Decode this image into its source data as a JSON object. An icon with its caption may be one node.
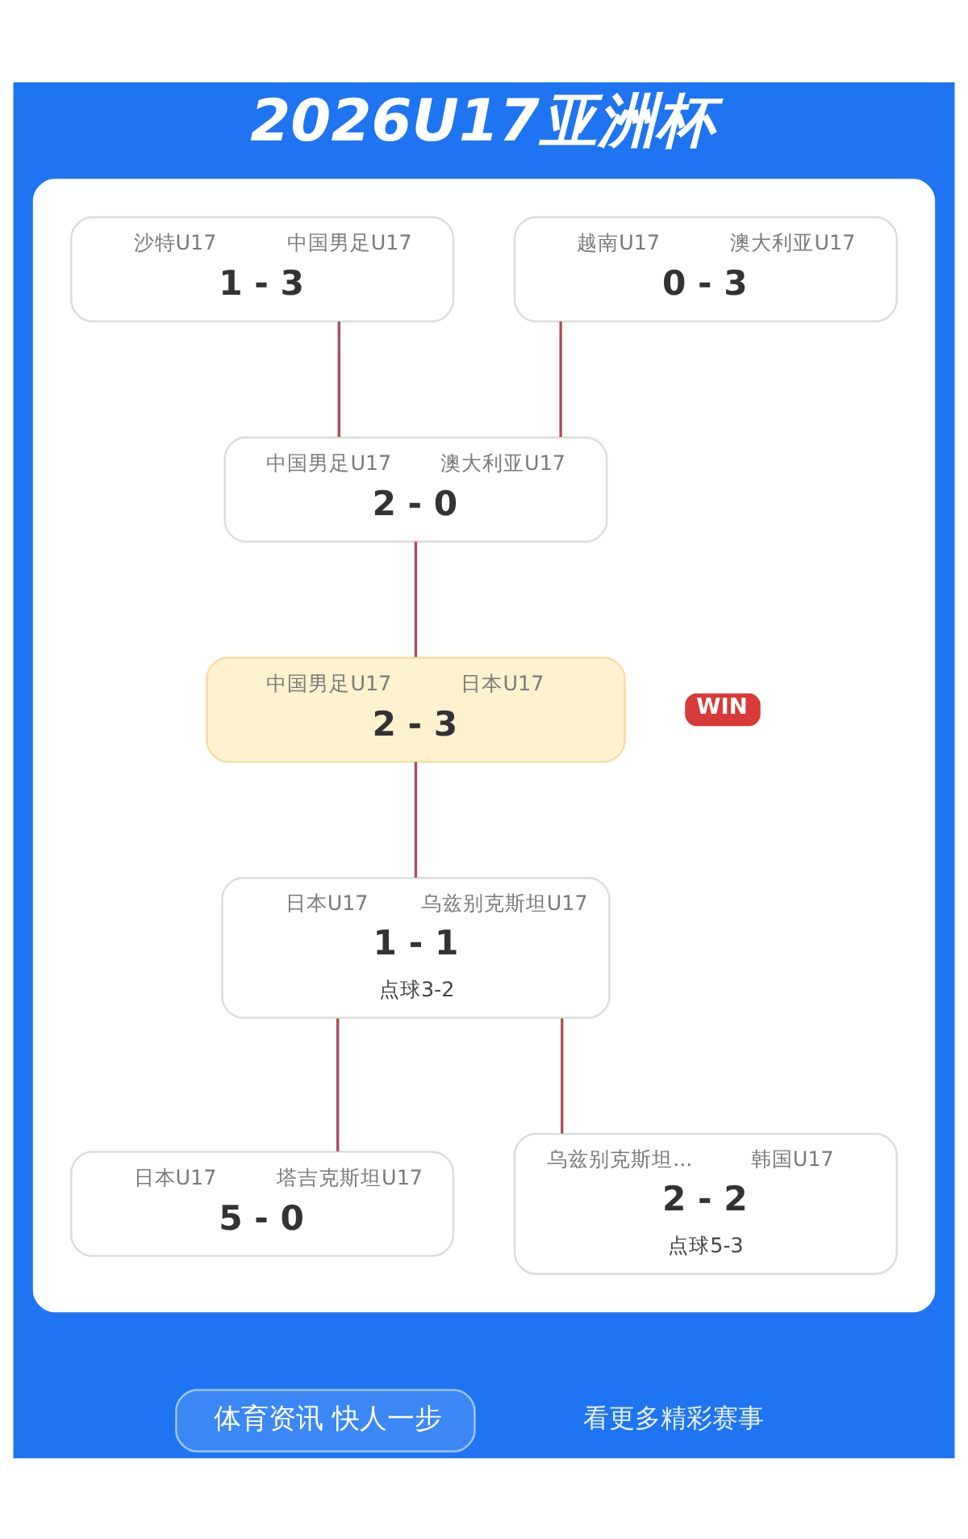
{
  "diagram": {
    "title": "2026U17亚洲杯",
    "nodes": [
      {
        "text": [],
        "shape": "box"
      },
      {
        "text": [
          "沙特U17",
          "中国男足U17",
          "1 - 3"
        ],
        "in": 0
      },
      {
        "text": [
          "越南U17",
          "澳大利亚U17",
          "0 - 3"
        ],
        "in": 0
      },
      {
        "text": [
          "中国男足U17",
          "澳大利亚U17",
          "2 - 0"
        ],
        "in": 0
      },
      {
        "text": [
          "中国男足U17",
          "日本U17",
          "2 - 3"
        ],
        "beside": [
          "WIN"
        ],
        "in": 0
      },
      {
        "text": [
          "日本U17",
          "乌兹别克斯坦U17",
          "1 - 1",
          "点球3-2"
        ],
        "in": 0
      },
      {
        "text": [
          "日本U17",
          "塔吉克斯坦U17",
          "5 - 0"
        ],
        "in": 0
      },
      {
        "text": [
          "乌兹别克斯坦...",
          "韩国U17",
          "2 - 2",
          "点球5-3"
        ],
        "in": 0
      },
      {
        "text": [
          "体育资讯 快人一步"
        ]
      }
    ],
    "edges": [
      {
        "from": 1,
        "to": 3,
        "arrow": "none"
      },
      {
        "from": 2,
        "to": 3,
        "arrow": "none"
      },
      {
        "from": 3,
        "to": 4,
        "arrow": "none"
      },
      {
        "from": 4,
        "to": 5,
        "arrow": "none"
      },
      {
        "from": 5,
        "to": 6,
        "arrow": "none"
      },
      {
        "from": 5,
        "to": 7,
        "arrow": "none"
      }
    ],
    "labels": [
      "看更多精彩赛事"
    ]
  }
}
